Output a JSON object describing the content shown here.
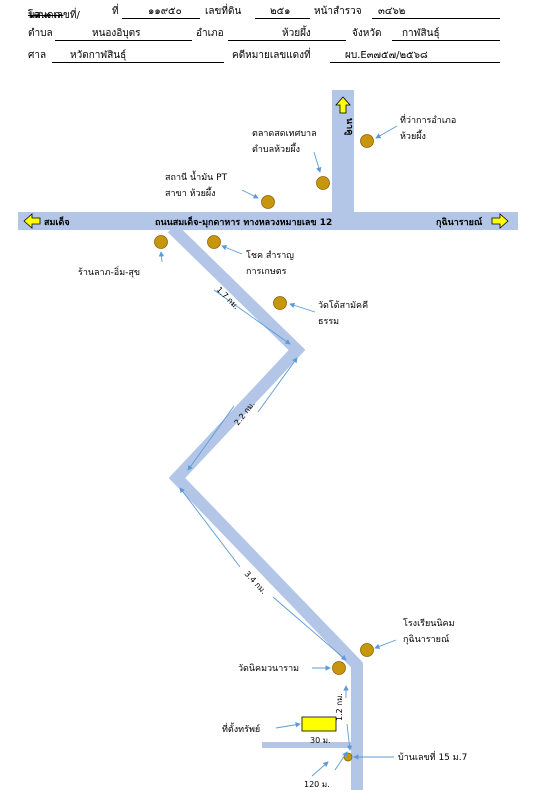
{
  "header": {
    "row1": {
      "deed_label": "โฉนดเลขที่/",
      "deed_strike": "นส.๓ ก.",
      "no_label": "ที่",
      "no_value": "๑๑๙๕๐",
      "landno_label": "เลขที่ดิน",
      "landno_value": "๒๕๑",
      "survey_label": "หน้าสำรวจ",
      "survey_value": "๓๔๖๒"
    },
    "row2": {
      "subdistrict_label": "ตำบล",
      "subdistrict_value": "หนองอิบุตร",
      "district_label": "อำเภอ",
      "district_value": "ห้วยผึ้ง",
      "province_label": "จังหวัด",
      "province_value": "กาฬสินธุ์"
    },
    "row3": {
      "court_label": "ศาล",
      "court_value": "หวัดกาฬสินธุ์",
      "case_label": "คดีหมายเลขแดงที่",
      "case_value": "ผบ.E๓๗๕๗/๒๕๖๘"
    }
  },
  "map": {
    "directions": {
      "west": "สมเด็จ",
      "east": "กุฉินารายณ์",
      "north": "นาคู"
    },
    "road_name": "ถนนสมเด็จ-มุกดาหาร ทางหลวงหมายเลข 12",
    "places": {
      "district_office": [
        "ที่ว่าการอำเภอ",
        "ห้วยผึ้ง"
      ],
      "market": [
        "ตลาดสดเทศบาล",
        "ตำบลห้วยผึ้ง"
      ],
      "gas_station": [
        "สถานี น้ำมัน PT",
        "สาขา ห้วยผึ้ง"
      ],
      "shop": "ร้านลาภ-อิ่ม-สุข",
      "chok": [
        "โชค สำราญ",
        "การเกษตร"
      ],
      "temple_samakkhi": [
        "วัดโด้สามัคคี",
        "ธรรม"
      ],
      "school": [
        "โรงเรียนนิคม",
        "กุฉินารายณ์"
      ],
      "temple_nikhom": "วัดนิคมวนาราม",
      "property": "ที่ตั้งทรัพย์",
      "house": "บ้านเลขที่ 15 ม.7"
    },
    "distances": {
      "d1": "1.7 กม.",
      "d2": "2.2 กม.",
      "d3": "3.4 กม.",
      "d4": "1.2 กม.",
      "d5": "30 ม.",
      "d6": "120 ม."
    },
    "colors": {
      "road": "#b3c6e7",
      "marker": "#c8960c",
      "arrow_fill": "#ffff00",
      "property_fill": "#ffff00",
      "pointer": "#5b9bd5"
    }
  }
}
